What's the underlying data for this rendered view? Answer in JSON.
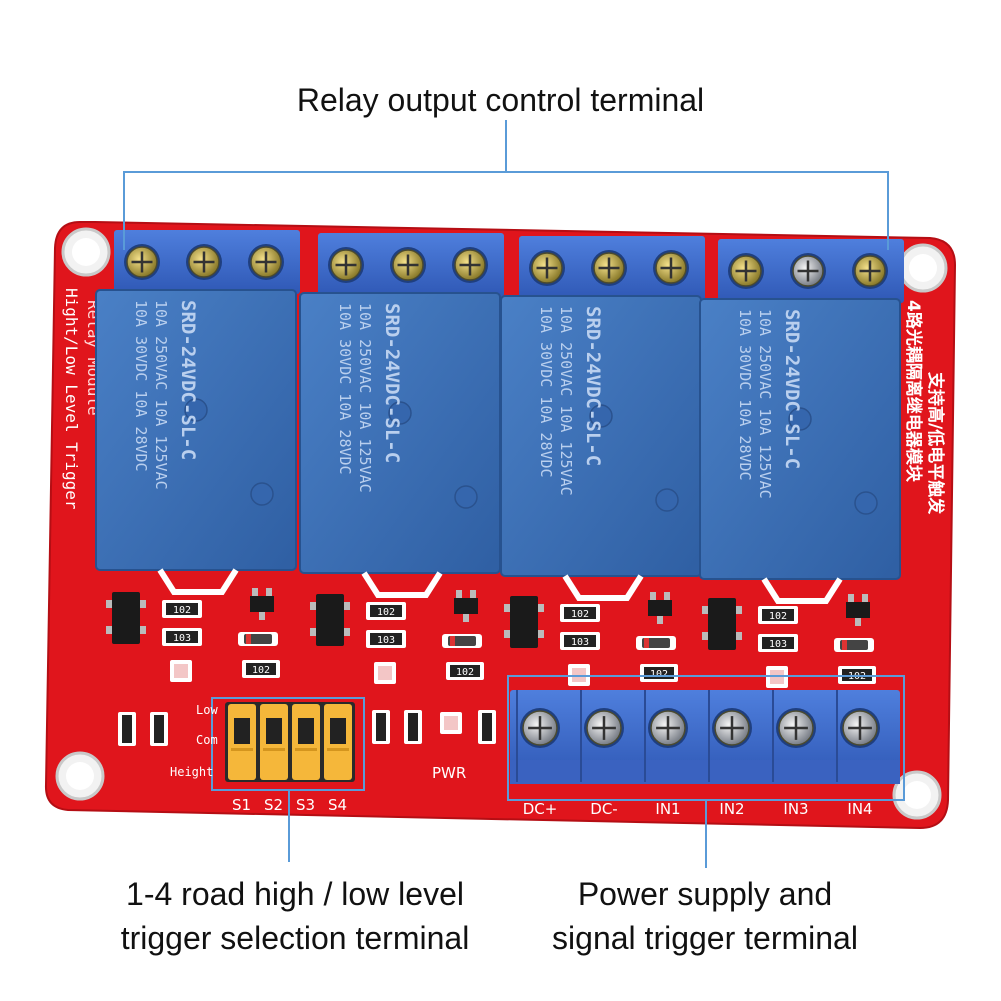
{
  "callouts": {
    "top": "Relay output control terminal",
    "bottom_left": [
      "1-4 road high / low level",
      "trigger selection terminal"
    ],
    "bottom_right": [
      "Power supply and",
      "signal trigger terminal"
    ]
  },
  "board": {
    "side_text": [
      "Relay Module",
      "Hight/Low Level Trigger"
    ],
    "chinese_side_text": [
      "4路光耦隔离继电器模块",
      "支持高/低电平触发"
    ],
    "relay_text": [
      "SRD-24VDC-SL-C",
      "10A 250VAC 10A 125VAC",
      "10A 30VDC 10A 28VDC"
    ],
    "jumper_labels": [
      "S1",
      "S2",
      "S3",
      "S4"
    ],
    "jumper_side_labels": [
      "Low",
      "Com",
      "Height"
    ],
    "pwr_label": "PWR",
    "input_labels": [
      "DC+",
      "DC-",
      "IN1",
      "IN2",
      "IN3",
      "IN4"
    ],
    "resistor_codes": [
      "102",
      "103"
    ]
  },
  "colors": {
    "pcb": "#e0151c",
    "relay": "#3f72b8",
    "terminal": "#3a68c8",
    "callout_line": "#5a9bd8",
    "jumper": "#f5b73a"
  }
}
